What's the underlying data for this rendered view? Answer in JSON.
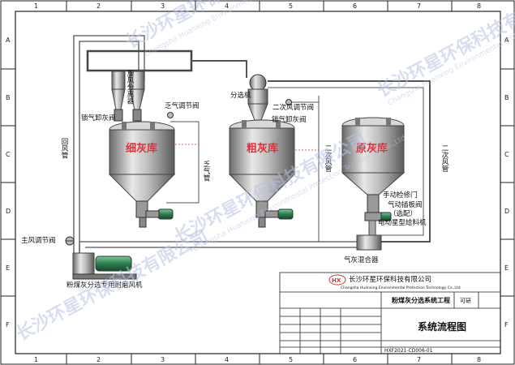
{
  "grid": {
    "columns": [
      "1",
      "2",
      "3",
      "4",
      "5",
      "6",
      "7",
      "8"
    ],
    "rows": [
      "A",
      "B",
      "C",
      "D",
      "E",
      "F"
    ]
  },
  "tanks": {
    "fine": "细灰库",
    "coarse": "粗灰库",
    "raw": "原灰库"
  },
  "labels": {
    "separator": "旋风分离器",
    "classifier": "分选机",
    "air_valve_1": "乏气调节阀",
    "air_valve_2": "二次风调节阀",
    "lock_valve_1": "锁气卸灰阀",
    "lock_valve_2": "锁气卸灰阀",
    "return_duct": "回风管",
    "exhaust_duct": "乏气管",
    "secondary_duct_1": "二次风管",
    "secondary_duct_2": "二次风管",
    "manual_gate": "手动检修门",
    "pneumatic_valve": "气动插板阀",
    "optional": "（选配）",
    "electric_feeder": "电动星型给料机",
    "main_valve": "主风调节阀",
    "mixer": "气灰混合器",
    "blower": "粉煤灰分选专用耐磨风机"
  },
  "title_block": {
    "company_cn": "长沙环星环保科技有限公司",
    "company_en": "Changsha Huanxing Environmental Protection Technology Co.,Ltd",
    "project": "粉煤灰分选系统工程",
    "stage": "可研",
    "drawing_title": "系统流程图",
    "drawing_no": "HXF2021-CD006-01",
    "logo": "HX"
  },
  "watermark": {
    "text_cn": "长沙环星环保科技有限公司",
    "text_en": "Changsha Huanxing Environmental Protection Technology Co.,Ltd",
    "logo": "HX"
  },
  "colors": {
    "tank_label": "#e0303a",
    "watermark": "#b9c4e4",
    "motor": "#2e7d4f"
  }
}
